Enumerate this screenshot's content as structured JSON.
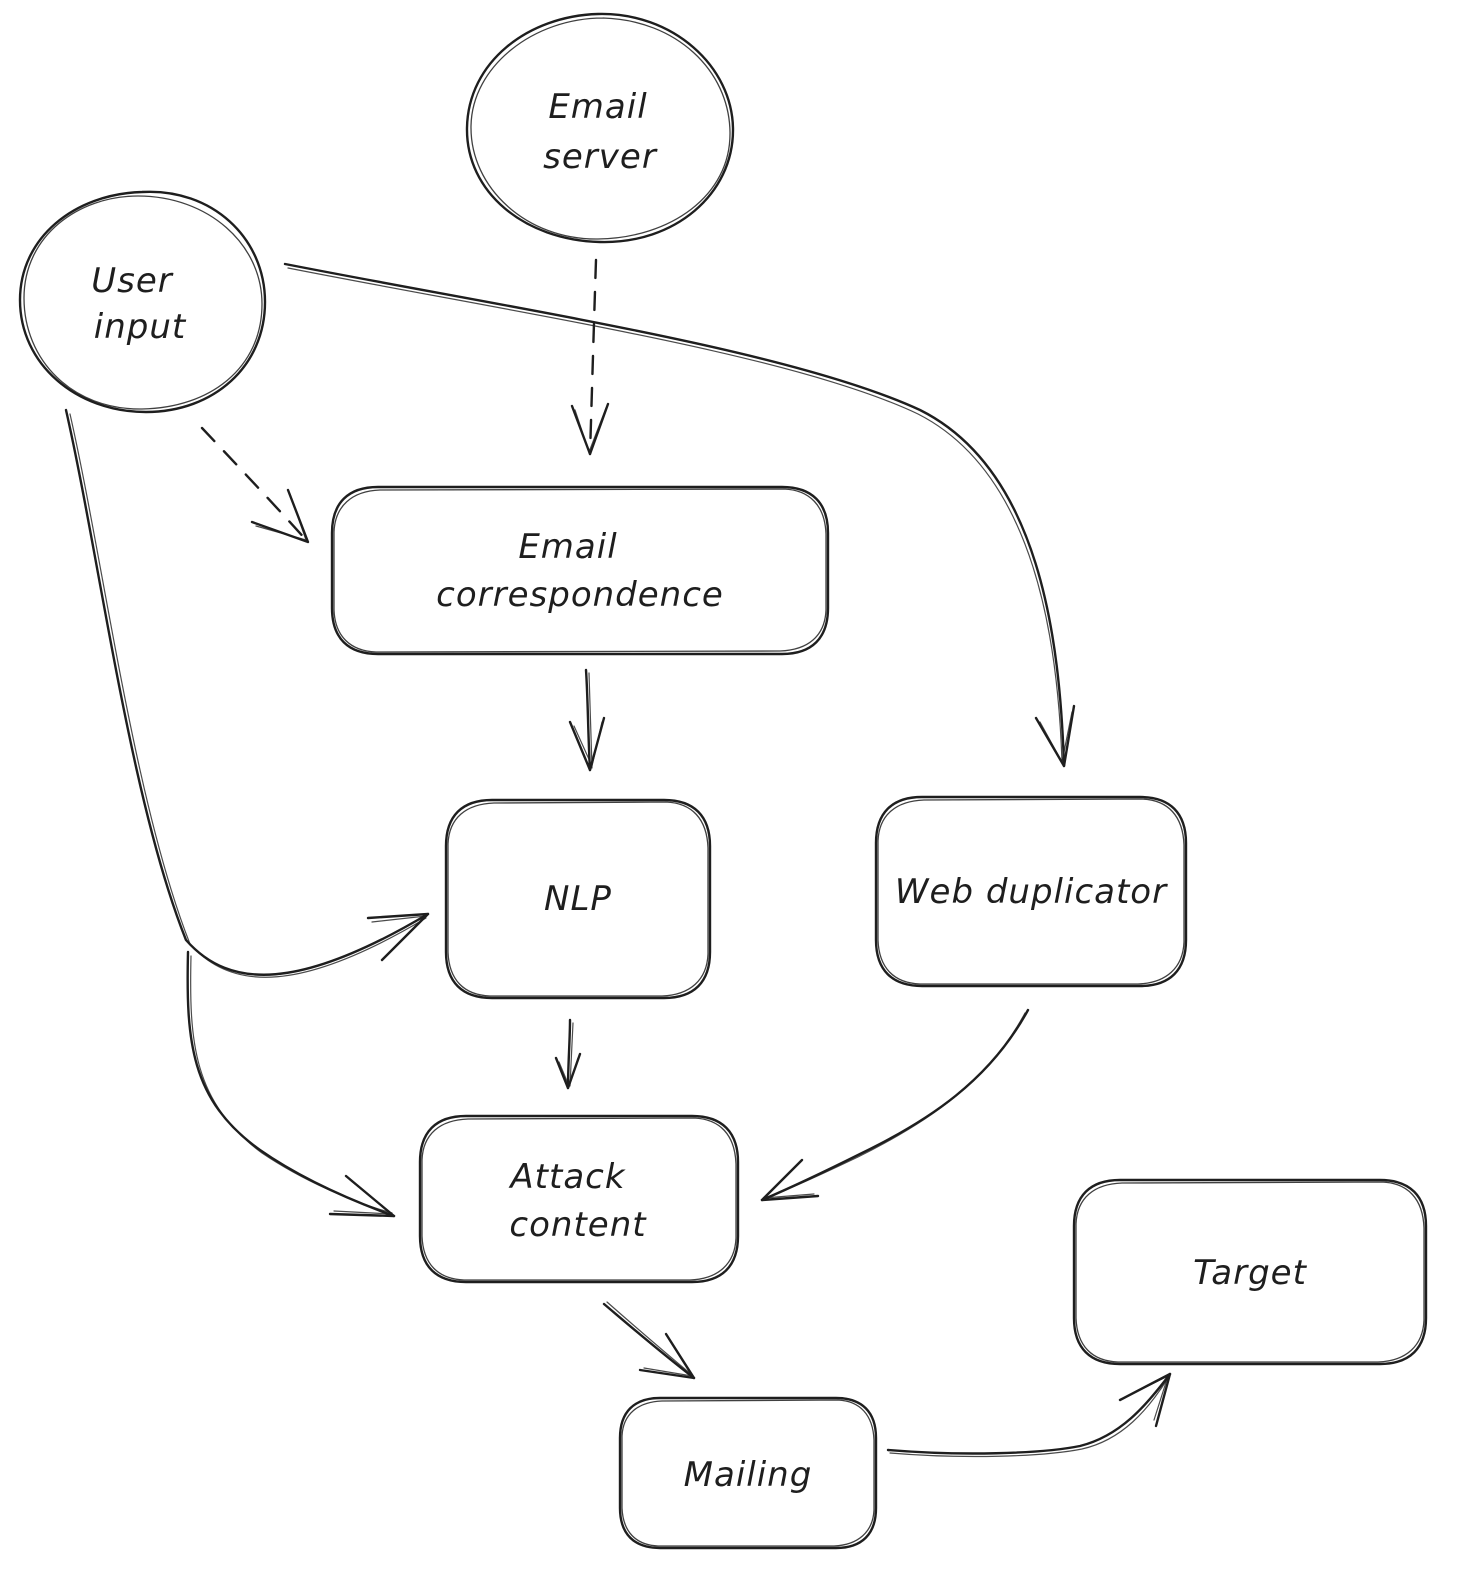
{
  "diagram": {
    "nodes": [
      {
        "id": "email_server",
        "shape": "circle",
        "lines": [
          "Email",
          "server"
        ]
      },
      {
        "id": "user_input",
        "shape": "circle",
        "lines": [
          "User",
          "input"
        ]
      },
      {
        "id": "email_correspondence",
        "shape": "rounded-rect",
        "lines": [
          "Email",
          "correspondence"
        ]
      },
      {
        "id": "nlp",
        "shape": "rounded-rect",
        "lines": [
          "NLP"
        ]
      },
      {
        "id": "web_duplicator",
        "shape": "rounded-rect",
        "lines": [
          "Web duplicator"
        ]
      },
      {
        "id": "attack_content",
        "shape": "rounded-rect",
        "lines": [
          "Attack",
          "content"
        ]
      },
      {
        "id": "mailing",
        "shape": "rounded-rect",
        "lines": [
          "Mailing"
        ]
      },
      {
        "id": "target",
        "shape": "rounded-rect",
        "lines": [
          "Target"
        ]
      }
    ],
    "edges": [
      {
        "from": "email_server",
        "to": "email_correspondence",
        "style": "dashed"
      },
      {
        "from": "user_input",
        "to": "email_correspondence",
        "style": "dashed"
      },
      {
        "from": "user_input",
        "to": "web_duplicator",
        "style": "solid"
      },
      {
        "from": "user_input",
        "to": "nlp",
        "style": "solid"
      },
      {
        "from": "user_input",
        "to": "attack_content",
        "style": "solid"
      },
      {
        "from": "email_correspondence",
        "to": "nlp",
        "style": "solid"
      },
      {
        "from": "nlp",
        "to": "attack_content",
        "style": "solid"
      },
      {
        "from": "web_duplicator",
        "to": "attack_content",
        "style": "solid"
      },
      {
        "from": "attack_content",
        "to": "mailing",
        "style": "solid"
      },
      {
        "from": "mailing",
        "to": "target",
        "style": "solid"
      }
    ]
  }
}
